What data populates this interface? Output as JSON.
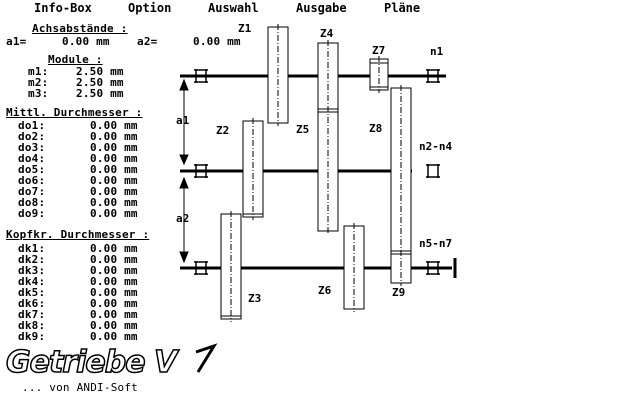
{
  "menu": [
    "Info-Box",
    "Option",
    "Auswahl",
    "Ausgabe",
    "Pläne"
  ],
  "achs": {
    "title": "Achsabstände :",
    "a1_label": "a1=",
    "a1_value": "0.00 mm",
    "a2_label": "a2=",
    "a2_value": "0.00 mm"
  },
  "module": {
    "title": "Module :",
    "rows": [
      {
        "label": "m1:",
        "value": "2.50 mm"
      },
      {
        "label": "m2:",
        "value": "2.50 mm"
      },
      {
        "label": "m3:",
        "value": "2.50 mm"
      }
    ]
  },
  "do": {
    "title": "Mittl. Durchmesser :",
    "rows": [
      {
        "label": "do1:",
        "value": "0.00 mm"
      },
      {
        "label": "do2:",
        "value": "0.00 mm"
      },
      {
        "label": "do3:",
        "value": "0.00 mm"
      },
      {
        "label": "do4:",
        "value": "0.00 mm"
      },
      {
        "label": "do5:",
        "value": "0.00 mm"
      },
      {
        "label": "do6:",
        "value": "0.00 mm"
      },
      {
        "label": "do7:",
        "value": "0.00 mm"
      },
      {
        "label": "do8:",
        "value": "0.00 mm"
      },
      {
        "label": "do9:",
        "value": "0.00 mm"
      }
    ]
  },
  "dk": {
    "title": "Kopfkr. Durchmesser :",
    "rows": [
      {
        "label": "dk1:",
        "value": "0.00 mm"
      },
      {
        "label": "dk2:",
        "value": "0.00 mm"
      },
      {
        "label": "dk3:",
        "value": "0.00 mm"
      },
      {
        "label": "dk4:",
        "value": "0.00 mm"
      },
      {
        "label": "dk5:",
        "value": "0.00 mm"
      },
      {
        "label": "dk6:",
        "value": "0.00 mm"
      },
      {
        "label": "dk7:",
        "value": "0.00 mm"
      },
      {
        "label": "dk8:",
        "value": "0.00 mm"
      },
      {
        "label": "dk9:",
        "value": "0.00 mm"
      }
    ]
  },
  "diagram": {
    "gears": [
      "Z1",
      "Z2",
      "Z3",
      "Z4",
      "Z5",
      "Z6",
      "Z7",
      "Z8",
      "Z9"
    ],
    "shafts": [
      "n1",
      "n2-n4",
      "n5-n7"
    ],
    "dims": [
      "a1",
      "a2"
    ]
  },
  "logo": {
    "text": "Getriebe V",
    "sub": "... von ANDI-Soft"
  }
}
